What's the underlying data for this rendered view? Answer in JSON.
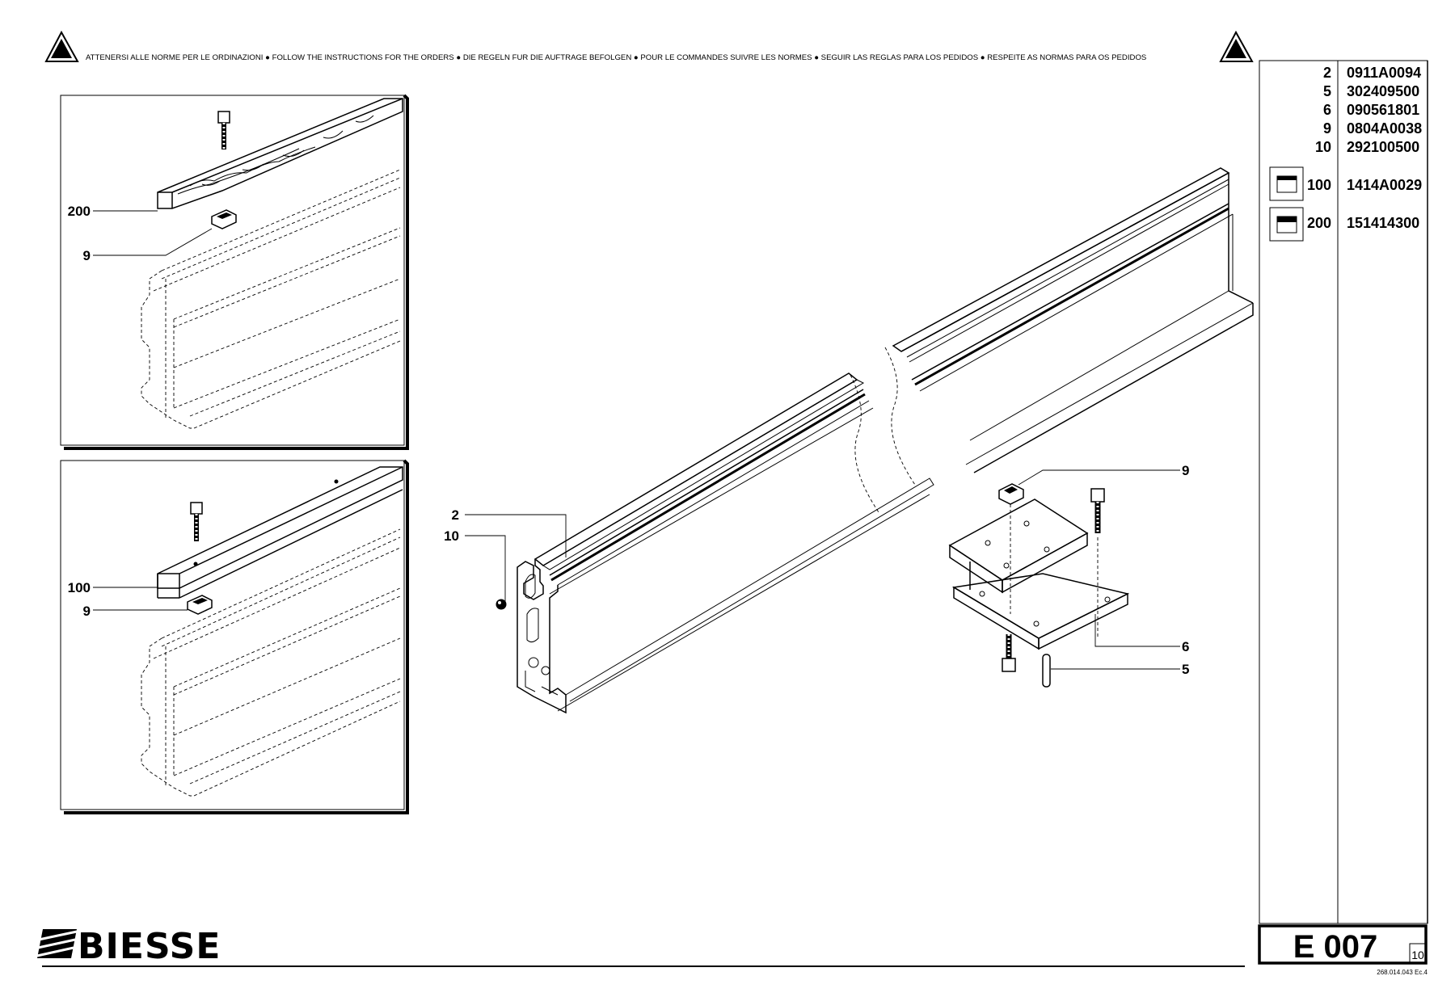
{
  "notice_bar": {
    "text": "ATTENERSI ALLE NORME PER LE ORDINAZIONI  ●  FOLLOW THE INSTRUCTIONS FOR THE ORDERS ●  DIE REGELN FUR DIE AUFTRAGE BEFOLGEN ●  POUR LE COMMANDES SUIVRE LES NORMES ●  SEGUIR LAS REGLAS PARA LOS PEDIDOS ●  RESPEITE AS NORMAS PARA OS PEDIDOS"
  },
  "parts_list": [
    {
      "item": "2",
      "code": "0911A0094"
    },
    {
      "item": "5",
      "code": "302409500"
    },
    {
      "item": "6",
      "code": "090561801"
    },
    {
      "item": "9",
      "code": "0804A0038"
    },
    {
      "item": "10",
      "code": "292100500"
    },
    {
      "item": "100",
      "code": "1414A0029"
    },
    {
      "item": "200",
      "code": "151414300"
    }
  ],
  "callouts": {
    "detail_top_200": "200",
    "detail_top_9": "9",
    "detail_bottom_100": "100",
    "detail_bottom_9": "9",
    "main_2": "2",
    "main_10": "10",
    "main_9": "9",
    "main_6": "6",
    "main_5": "5"
  },
  "footer": {
    "brand": "BIESSE",
    "drawing_code": "E 007",
    "sheet": "10",
    "doc_ref": "268.014.043 Ec.4"
  },
  "icons": [
    "warning-triangle-icon",
    "box-icon",
    "hatched-logo-icon"
  ]
}
